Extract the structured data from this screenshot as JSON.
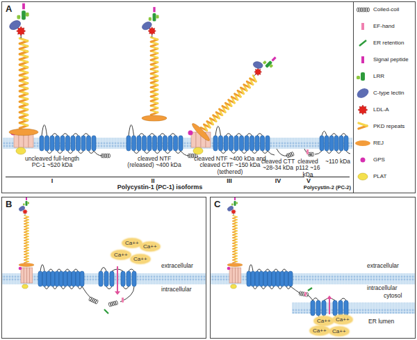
{
  "diagram": {
    "nodes": [
      {
        "text": [
          "A"
        ]
      },
      {
        "text": [
          "B"
        ]
      },
      {
        "text": [
          "C"
        ]
      },
      {
        "text": [
          "Ca++"
        ],
        "in": 1
      },
      {
        "text": [
          "Ca++"
        ],
        "in": 1
      },
      {
        "text": [
          "Ca++"
        ],
        "in": 1
      },
      {
        "text": [
          "Ca++"
        ],
        "in": 1
      },
      {
        "text": [
          "Ca++"
        ],
        "in": 2
      },
      {
        "text": [
          "Ca++"
        ],
        "in": 2
      },
      {
        "text": [
          "Ca++"
        ],
        "in": 2
      },
      {
        "text": [
          "Ca++"
        ],
        "in": 2
      }
    ],
    "labels": [
      "uncleaved full-length PC-1 ~520 kDa",
      "cleaved NTF (released) ~400 kDa",
      "cleaved NTF ~400 kDa and cleaved CTF ~150 kDa (tethered)",
      "cleaved CTT ~28-34 kDa",
      "cleaved p112 ~16 kDa",
      "~110 kDa",
      "I",
      "II",
      "III",
      "IV",
      "V",
      "Polycystin-1 (PC-1) isoforms",
      "Polycystin-2 (PC-2)",
      "extracellular",
      "intracellular",
      "extracellular",
      "intracellular",
      "cytosol",
      "ER lumen"
    ],
    "legend": [
      {
        "text": "Coiled-coil"
      },
      {
        "text": "EF-hand"
      },
      {
        "text": "ER retention"
      },
      {
        "text": "Signal peptide"
      },
      {
        "text": "LRR"
      },
      {
        "text": "C-type lectin"
      },
      {
        "text": "LDL-A"
      },
      {
        "text": "PKD repeats"
      },
      {
        "text": "REJ"
      },
      {
        "text": "GPS"
      },
      {
        "text": "PLAT"
      }
    ]
  }
}
